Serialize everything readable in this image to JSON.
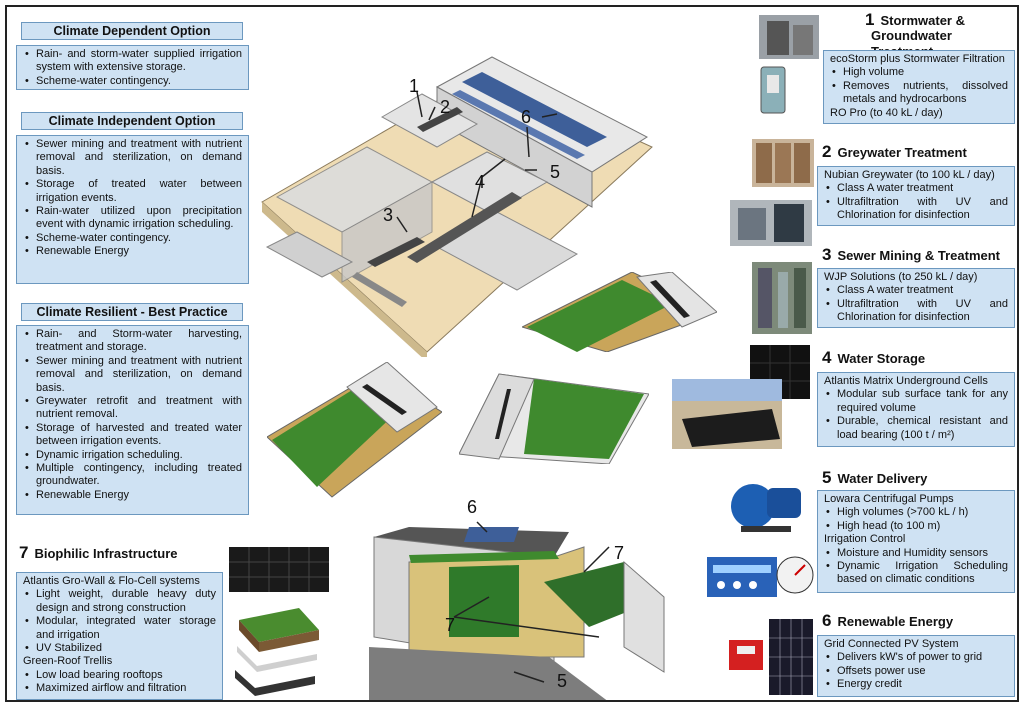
{
  "left_panels": {
    "climate_dependent": {
      "header": "Climate Dependent Option",
      "items": [
        "Rain- and storm-water supplied irrigation system with extensive storage.",
        "Scheme-water contingency."
      ]
    },
    "climate_independent": {
      "header": "Climate Independent Option",
      "items": [
        "Sewer mining and treatment with nutrient removal and sterilization, on demand basis.",
        "Storage of treated water between irrigation events.",
        "Rain-water utilized upon precipitation event with dynamic irrigation scheduling.",
        "Scheme-water contingency.",
        "Renewable Energy"
      ]
    },
    "climate_resilient": {
      "header": "Climate Resilient - Best Practice",
      "items": [
        "Rain- and Storm-water harvesting, treatment and storage.",
        "Sewer mining and treatment with nutrient removal and sterilization, on demand basis.",
        "Greywater retrofit and treatment with nutrient removal.",
        "Storage of harvested and treated water between irrigation events.",
        "Dynamic irrigation scheduling.",
        "Multiple contingency, including treated groundwater.",
        "Renewable Energy"
      ]
    }
  },
  "biophilic": {
    "number": "7",
    "title": "Biophilic Infrastructure",
    "lines": [
      {
        "text": "Atlantis Gro-Wall & Flo-Cell systems",
        "bullet": false
      },
      {
        "text": "Light weight, durable heavy duty design and strong construction",
        "bullet": true
      },
      {
        "text": "Modular, integrated water storage and irrigation",
        "bullet": true
      },
      {
        "text": "UV Stabilized",
        "bullet": true
      },
      {
        "text": "Green-Roof Trellis",
        "bullet": false
      },
      {
        "text": "Low load bearing rooftops",
        "bullet": true
      },
      {
        "text": "Maximized airflow and filtration",
        "bullet": true
      }
    ]
  },
  "right_sections": {
    "s1": {
      "number": "1",
      "title_line1": "Stormwater &",
      "title_line2": "Groundwater Treatment",
      "lines": [
        {
          "text": "ecoStorm plus Stormwater Filtration",
          "bullet": false
        },
        {
          "text": "High volume",
          "bullet": true
        },
        {
          "text": "Removes nutrients, dissolved metals and hydrocarbons",
          "bullet": true
        },
        {
          "text": "RO Pro (to 40 kL / day)",
          "bullet": false
        }
      ]
    },
    "s2": {
      "number": "2",
      "title": "Greywater Treatment",
      "lines": [
        {
          "text": "Nubian Greywater (to 100 kL / day)",
          "bullet": false
        },
        {
          "text": "Class A water treatment",
          "bullet": true
        },
        {
          "text": "Ultrafiltration with UV and Chlorination for disinfection",
          "bullet": true
        }
      ]
    },
    "s3": {
      "number": "3",
      "title": "Sewer Mining & Treatment",
      "lines": [
        {
          "text": "WJP Solutions (to 250 kL / day)",
          "bullet": false
        },
        {
          "text": "Class A water treatment",
          "bullet": true
        },
        {
          "text": "Ultrafiltration with UV and Chlorination for disinfection",
          "bullet": true
        }
      ]
    },
    "s4": {
      "number": "4",
      "title": "Water Storage",
      "lines": [
        {
          "text": "Atlantis Matrix Underground Cells",
          "bullet": false
        },
        {
          "text": "Modular sub surface tank for any required volume",
          "bullet": true
        },
        {
          "text": "Durable, chemical resistant and load bearing (100 t / m²)",
          "bullet": true
        }
      ]
    },
    "s5": {
      "number": "5",
      "title": "Water Delivery",
      "lines": [
        {
          "text": "Lowara Centrifugal Pumps",
          "bullet": false
        },
        {
          "text": "High volumes (>700 kL / h)",
          "bullet": true
        },
        {
          "text": "High head (to 100 m)",
          "bullet": true
        },
        {
          "text": "Irrigation Control",
          "bullet": false
        },
        {
          "text": "Moisture and Humidity sensors",
          "bullet": true
        },
        {
          "text": "Dynamic Irrigation Scheduling based on climatic conditions",
          "bullet": true
        }
      ]
    },
    "s6": {
      "number": "6",
      "title": "Renewable Energy",
      "lines": [
        {
          "text": "Grid Connected PV System",
          "bullet": false
        },
        {
          "text": "Delivers kW's of power to grid",
          "bullet": true
        },
        {
          "text": "Offsets power use",
          "bullet": true
        },
        {
          "text": "Energy credit",
          "bullet": true
        }
      ]
    }
  },
  "callouts": {
    "c1": "1",
    "c2": "2",
    "c3": "3",
    "c4": "4",
    "c5": "5",
    "c6": "6",
    "b6": "6",
    "b7a": "7",
    "b7b": "7",
    "b5": "5"
  },
  "colors": {
    "panel_fill": "#cfe2f3",
    "panel_border": "#6c98bf",
    "building_tan": "#efdcb4",
    "green_roof": "#3f8a2e",
    "solar_panel": "#3e5f99"
  }
}
